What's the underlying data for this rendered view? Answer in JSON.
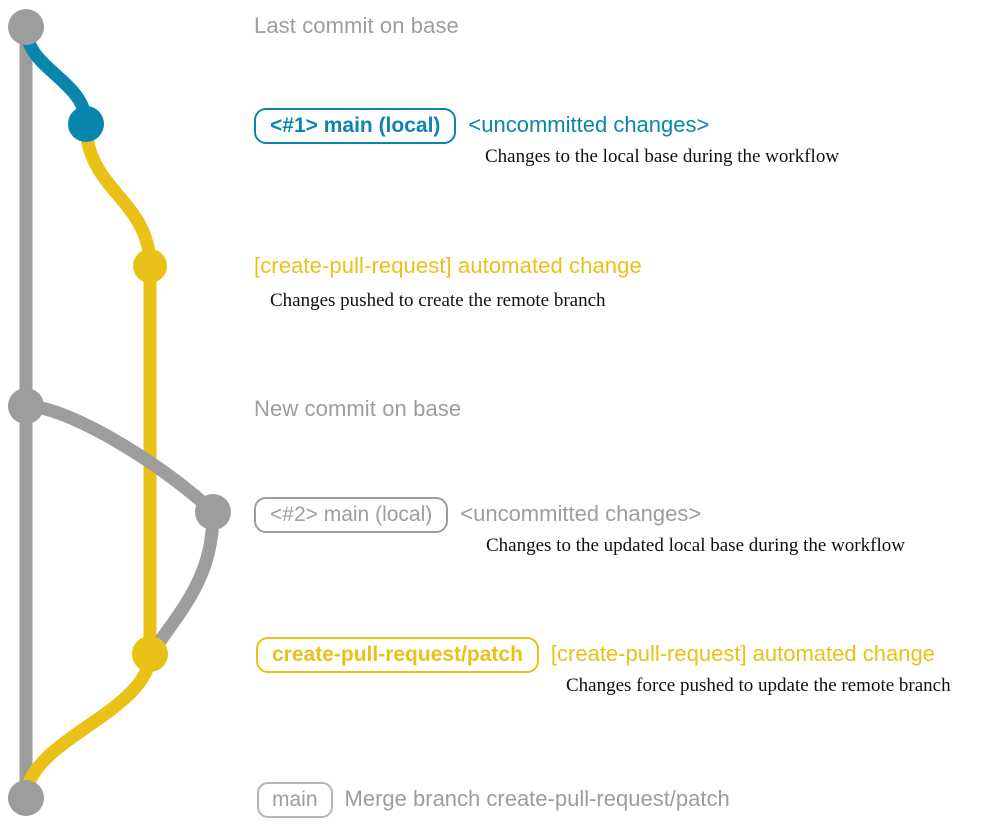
{
  "colors": {
    "gray": "#9d9d9d",
    "blue": "#0a86ae",
    "yellow": "#eac117",
    "background": "#ffffff",
    "note_text": "#101010"
  },
  "rows": [
    {
      "id": "last-commit-on-base",
      "badge": null,
      "subject": "Last commit on base",
      "note": null,
      "color": "gray"
    },
    {
      "id": "local-change-1",
      "badge": "<#1> main (local)",
      "subject": "<uncommitted changes>",
      "note": "Changes to the local base during the workflow",
      "color": "blue"
    },
    {
      "id": "automated-change-1",
      "badge": null,
      "subject": "[create-pull-request] automated change",
      "note": "Changes pushed to create the remote branch",
      "color": "yellow"
    },
    {
      "id": "new-commit-on-base",
      "badge": null,
      "subject": "New commit on base",
      "note": null,
      "color": "gray"
    },
    {
      "id": "local-change-2",
      "badge": "<#2> main (local)",
      "subject": "<uncommitted changes>",
      "note": "Changes to the updated local base during the workflow",
      "color": "gray"
    },
    {
      "id": "automated-change-2",
      "badge": "create-pull-request/patch",
      "subject": "[create-pull-request] automated change",
      "note": "Changes force pushed to update the remote branch",
      "color": "yellow"
    },
    {
      "id": "merge-commit",
      "badge": "main",
      "subject": "Merge branch create-pull-request/patch",
      "note": null,
      "color": "merge"
    }
  ]
}
